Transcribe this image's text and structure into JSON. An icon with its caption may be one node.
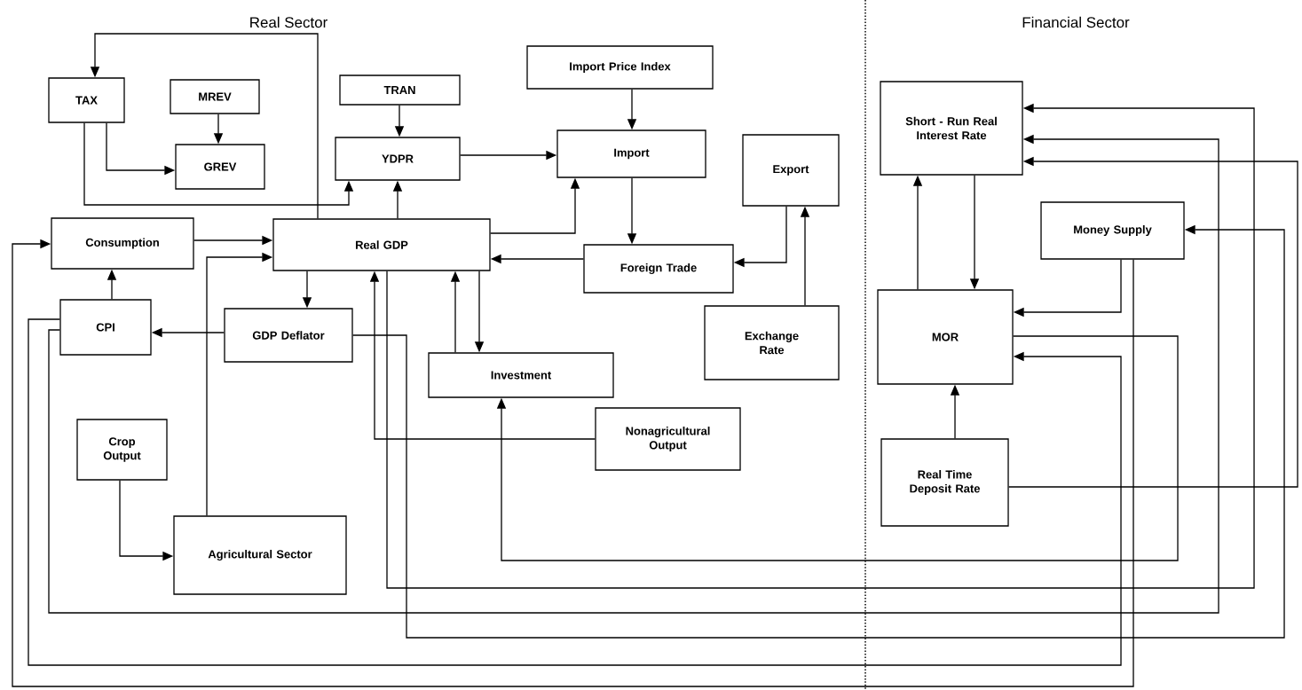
{
  "diagram": {
    "nodes": [
      {
        "text": [
          "TAX"
        ]
      },
      {
        "text": [
          "MREV"
        ]
      },
      {
        "text": [
          "GREV"
        ]
      },
      {
        "text": [
          "TRAN"
        ]
      },
      {
        "text": [
          "Import  Price Index"
        ]
      },
      {
        "text": [
          "YDPR"
        ]
      },
      {
        "text": [
          "Import"
        ]
      },
      {
        "text": [
          "Export"
        ]
      },
      {
        "text": [
          "Short - Run Real Interest Rate"
        ]
      },
      {
        "text": [
          "Consumption"
        ]
      },
      {
        "text": [
          "Real GDP"
        ]
      },
      {
        "text": [
          "Money Supply"
        ]
      },
      {
        "text": [
          "Foreign Trade"
        ]
      },
      {
        "text": [
          "CPI"
        ]
      },
      {
        "text": [
          "GDP Deflator"
        ]
      },
      {
        "text": [
          "MOR"
        ]
      },
      {
        "text": [
          "Exchange Rate"
        ]
      },
      {
        "text": [
          "Investment"
        ]
      },
      {
        "text": [
          "Nonagricultural Output"
        ]
      },
      {
        "text": [
          "Crop Output"
        ]
      },
      {
        "text": [
          "Real Time Deposit Rate"
        ]
      },
      {
        "text": [
          "Agricultural Sector"
        ]
      }
    ],
    "edges": [
      {
        "from": 10,
        "to": 0,
        "arrow": "to"
      },
      {
        "from": 1,
        "to": 2,
        "arrow": "to"
      },
      {
        "from": 0,
        "to": 2,
        "arrow": "to"
      },
      {
        "from": 0,
        "to": 5,
        "arrow": "to"
      },
      {
        "from": 3,
        "to": 5,
        "arrow": "to"
      },
      {
        "from": 10,
        "to": 5,
        "arrow": "to"
      },
      {
        "from": 5,
        "to": 6,
        "arrow": "to"
      },
      {
        "from": 4,
        "to": 6,
        "arrow": "to"
      },
      {
        "from": 10,
        "to": 6,
        "arrow": "to"
      },
      {
        "from": 6,
        "to": 12,
        "arrow": "to"
      },
      {
        "from": 12,
        "to": 10,
        "arrow": "to"
      },
      {
        "from": 7,
        "to": 12,
        "arrow": "to"
      },
      {
        "from": 16,
        "to": 7,
        "arrow": "to"
      },
      {
        "from": 9,
        "to": 10,
        "arrow": "to"
      },
      {
        "from": 21,
        "to": 10,
        "arrow": "to"
      },
      {
        "from": 13,
        "to": 9,
        "arrow": "to"
      },
      {
        "from": 10,
        "to": 14,
        "arrow": "to"
      },
      {
        "from": 14,
        "to": 13,
        "arrow": "to"
      },
      {
        "from": 10,
        "to": 17,
        "arrow": "to"
      },
      {
        "from": 17,
        "to": 10,
        "arrow": "to"
      },
      {
        "from": 18,
        "to": 10,
        "arrow": "to"
      },
      {
        "from": 19,
        "to": 21,
        "arrow": "to"
      },
      {
        "from": 8,
        "to": 15,
        "arrow": "to"
      },
      {
        "from": 15,
        "to": 8,
        "arrow": "to"
      },
      {
        "from": 20,
        "to": 15,
        "arrow": "to"
      },
      {
        "from": 11,
        "to": 15,
        "arrow": "to"
      },
      {
        "from": 15,
        "to": 17,
        "arrow": "to"
      },
      {
        "from": 10,
        "to": 8,
        "arrow": "to"
      },
      {
        "from": 13,
        "to": 8,
        "arrow": "to"
      },
      {
        "from": 14,
        "to": 11,
        "arrow": "to"
      },
      {
        "from": 13,
        "to": 15,
        "arrow": "to"
      },
      {
        "from": 11,
        "to": 9,
        "arrow": "to"
      },
      {
        "from": 20,
        "to": 8,
        "arrow": "to"
      }
    ],
    "labels": [
      "Real Sector",
      "Financial Sector"
    ]
  }
}
